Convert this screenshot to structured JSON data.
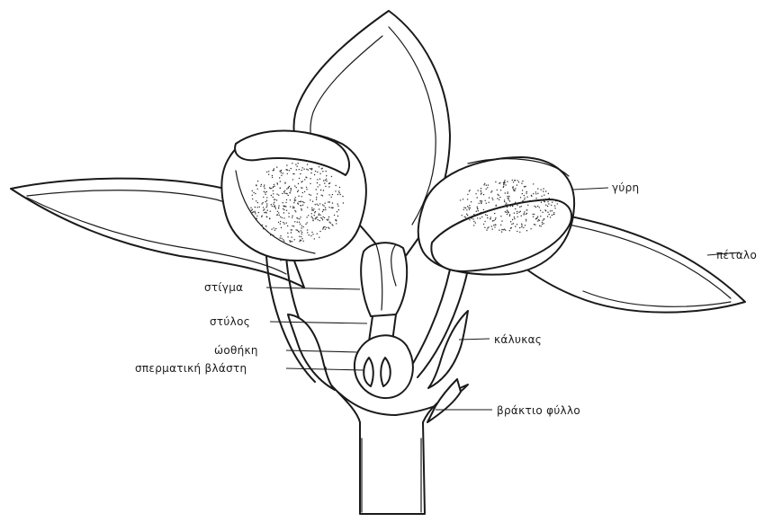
{
  "labels": {
    "anther": "γύρη",
    "petal": "πέταλο",
    "stigma": "στίγμα",
    "style": "στύλος",
    "calyx": "κάλυκας",
    "ovary": "ώοθήκη",
    "ovule": "σπερματική βλάστη",
    "bract": "βράκτιο φύλλο"
  }
}
